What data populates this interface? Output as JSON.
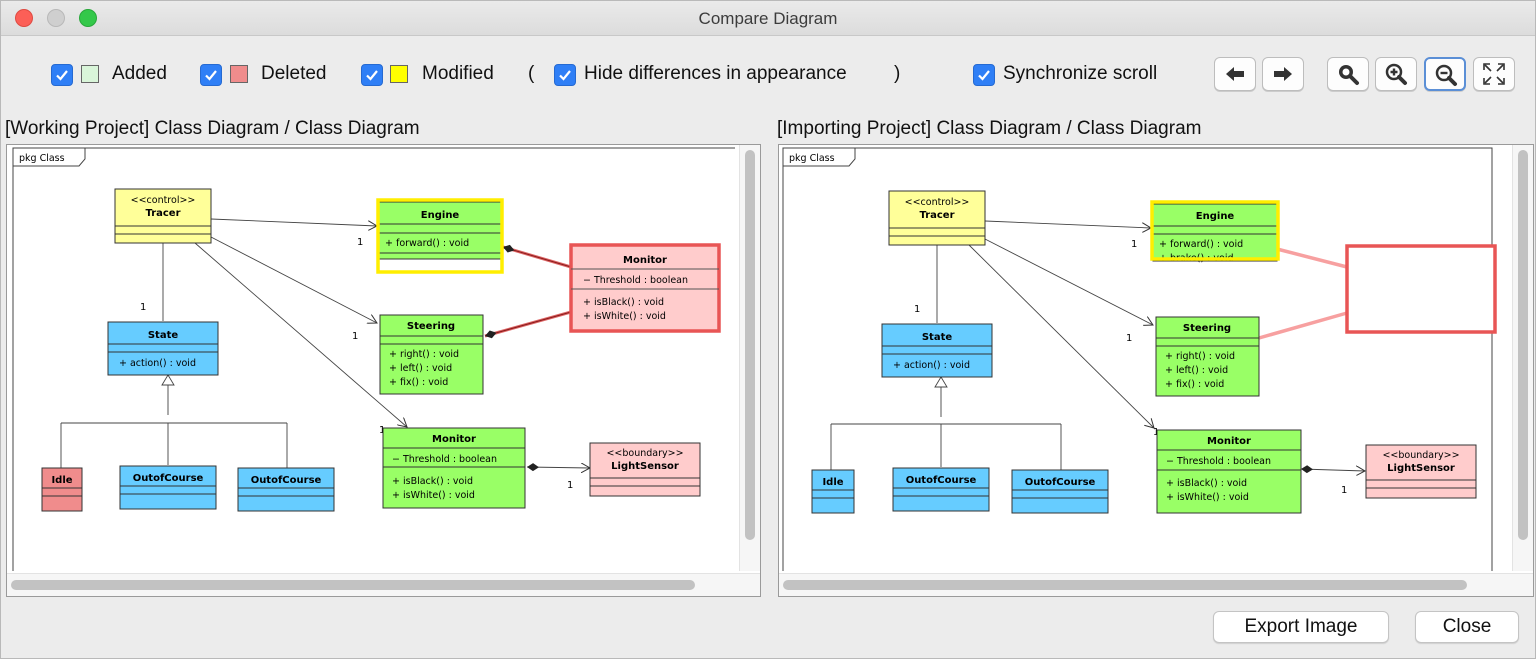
{
  "window": {
    "title": "Compare Diagram"
  },
  "legend": {
    "added": {
      "label": "Added",
      "checked": true,
      "color": "#d9f5d9"
    },
    "deleted": {
      "label": "Deleted",
      "checked": true,
      "color": "#f08c8c"
    },
    "modified": {
      "label": "Modified",
      "checked": true,
      "color": "#ffff00"
    },
    "open_paren": "(",
    "hide_diff": {
      "label": "Hide differences in appearance",
      "checked": true
    },
    "close_paren": ")",
    "sync_scroll": {
      "label": "Synchronize scroll",
      "checked": true
    }
  },
  "toolbar_icons": [
    "arrow-left-icon",
    "arrow-right-icon",
    "zoom-fit-icon",
    "zoom-in-icon",
    "zoom-out-icon",
    "fit-window-icon"
  ],
  "panes": {
    "left": {
      "title": "[Working Project] Class Diagram / Class Diagram"
    },
    "right": {
      "title": "[Importing Project] Class Diagram / Class Diagram"
    }
  },
  "diagram": {
    "frame_label": "pkg Class",
    "tracer": {
      "stereotype": "<<control>>",
      "name": "Tracer"
    },
    "engine": {
      "name": "Engine",
      "op1": "+ forward() : void",
      "op2": "+ brake() : void"
    },
    "monitor_deleted": {
      "name": "Monitor",
      "attr": "− Threshold : boolean",
      "op1": "+ isBlack() : void",
      "op2": "+ isWhite() : void"
    },
    "steering": {
      "name": "Steering",
      "op1": "+ right() : void",
      "op2": "+ left() : void",
      "op3": "+ fix() : void"
    },
    "state": {
      "name": "State",
      "op1": "+ action() : void"
    },
    "monitor": {
      "name": "Monitor",
      "attr": "− Threshold : boolean",
      "op1": "+ isBlack() : void",
      "op2": "+ isWhite() : void"
    },
    "lightsensor": {
      "stereotype": "<<boundary>>",
      "name": "LightSensor"
    },
    "idle": {
      "name": "Idle"
    },
    "outofcourse1": {
      "name": "OutofCourse"
    },
    "outofcourse2": {
      "name": "OutofCourse"
    },
    "mult": "1"
  },
  "buttons": {
    "export": "Export Image",
    "close": "Close"
  },
  "colors": {
    "class_yellow": "#ffff99",
    "class_green": "#99ff66",
    "class_blue": "#66ccff",
    "class_pink": "#ffcccc",
    "class_red": "#f08c8c",
    "modified_outline": "#ffee00",
    "deleted_outline": "#e85555"
  }
}
